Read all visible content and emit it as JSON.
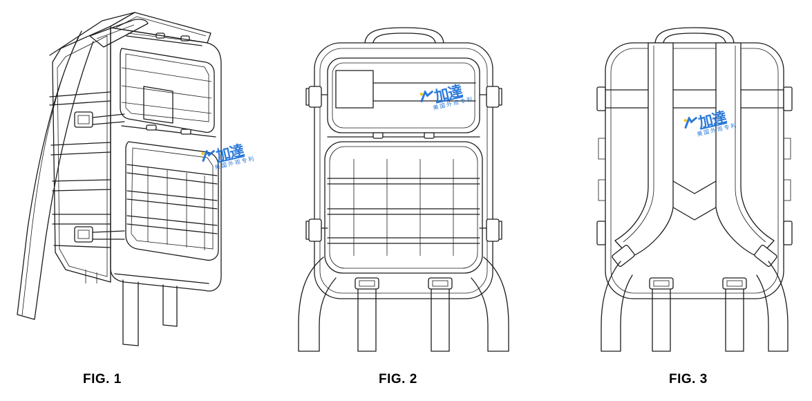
{
  "figures": [
    {
      "id": "fig1",
      "caption": "FIG. 1"
    },
    {
      "id": "fig2",
      "caption": "FIG. 2"
    },
    {
      "id": "fig3",
      "caption": "FIG. 3"
    }
  ],
  "watermark": {
    "title": "加達",
    "subtitle": "美国外观专利",
    "color": "#1b6fd6",
    "accent": "#f2c200"
  },
  "colors": {
    "line": "#1a1a1a",
    "background": "#ffffff"
  }
}
